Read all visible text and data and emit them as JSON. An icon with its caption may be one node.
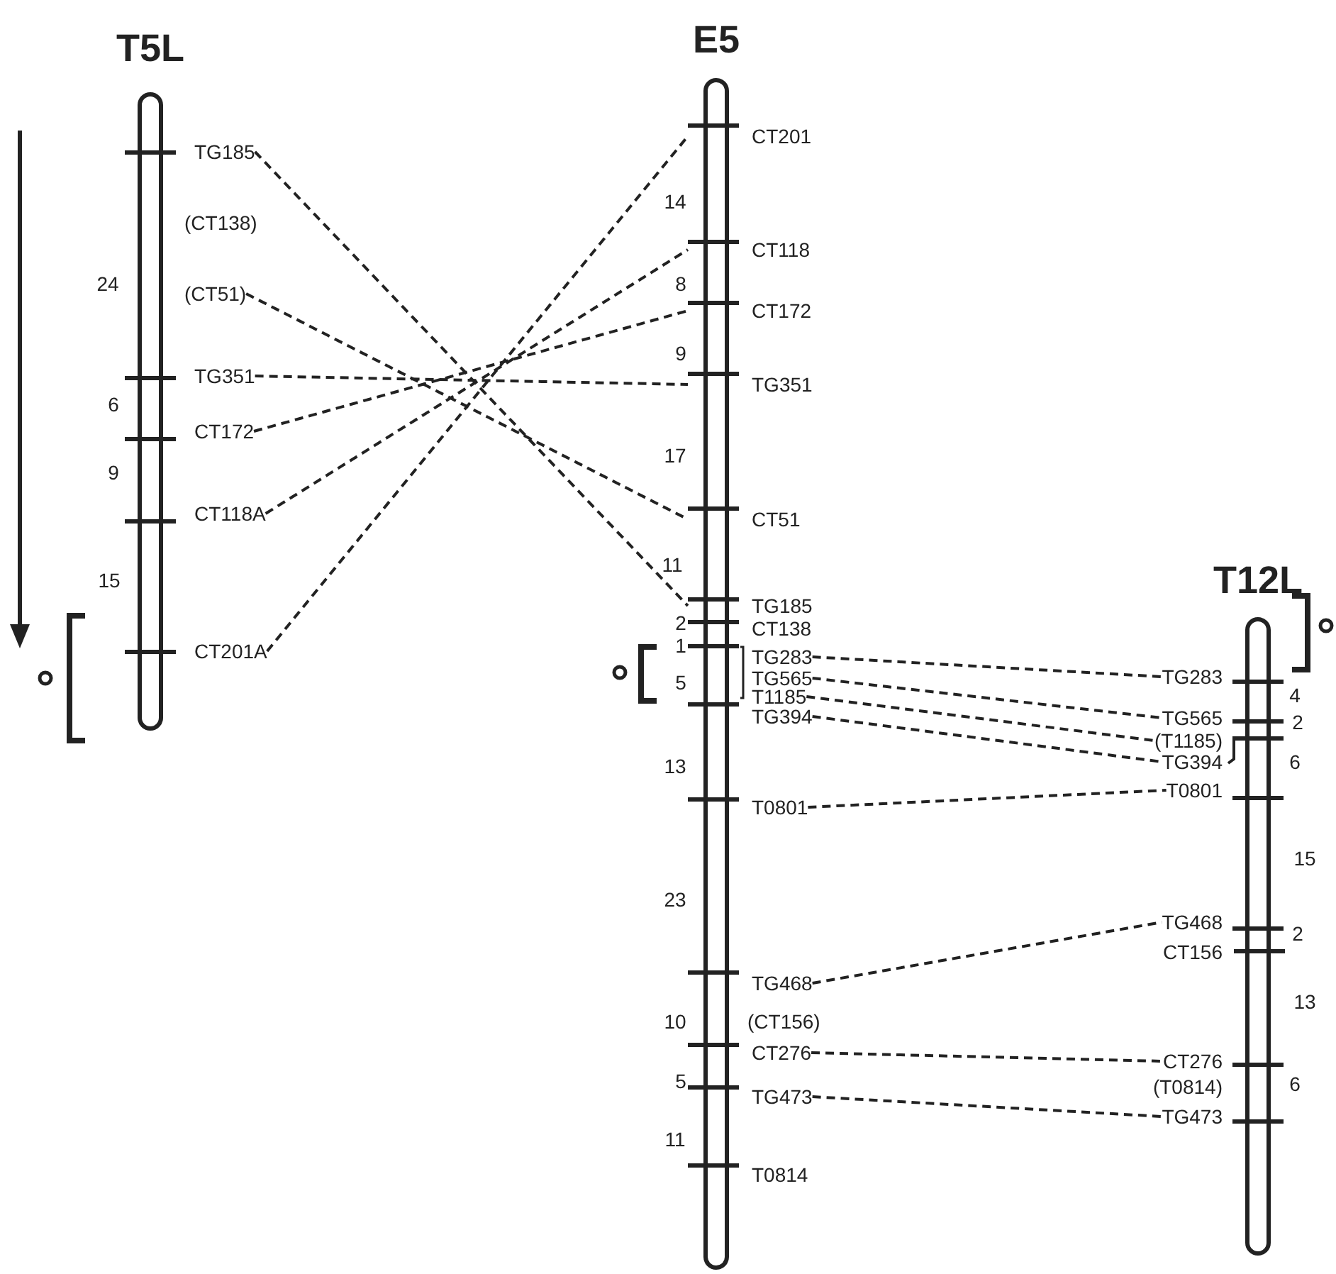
{
  "diagram": {
    "nodes": [
      {
        "text": [
          "T5L"
        ]
      },
      {
        "text": [
          "TG185"
        ]
      },
      {
        "text": [
          "(CT51)"
        ]
      },
      {
        "text": [
          "TG351"
        ]
      },
      {
        "text": [
          "CT172"
        ]
      },
      {
        "text": [
          "CT118A"
        ]
      },
      {
        "text": [
          "CT201A"
        ]
      },
      {
        "text": [
          "E5"
        ]
      },
      {
        "text": [
          "CT201"
        ]
      },
      {
        "text": [
          "CT118"
        ]
      },
      {
        "text": [
          "CT172"
        ]
      },
      {
        "text": [
          "TG351"
        ]
      },
      {
        "text": [
          "CT51"
        ]
      },
      {
        "text": [
          "TG185"
        ]
      },
      {
        "text": [
          "TG283"
        ]
      },
      {
        "text": [
          "TG565"
        ]
      },
      {
        "text": [
          "T1185"
        ]
      },
      {
        "text": [
          "TG394"
        ]
      },
      {
        "text": [
          "T0801"
        ]
      },
      {
        "text": [
          "TG468"
        ]
      },
      {
        "text": [
          "CT276"
        ]
      },
      {
        "text": [
          "TG473"
        ]
      },
      {
        "text": [
          "T12L"
        ]
      },
      {
        "text": [
          "TG283"
        ]
      },
      {
        "text": [
          "TG565"
        ]
      },
      {
        "text": [
          "(T1185)"
        ]
      },
      {
        "text": [
          "TG394"
        ]
      },
      {
        "text": [
          "T0801"
        ]
      },
      {
        "text": [
          "TG468"
        ]
      },
      {
        "text": [
          "CT276"
        ]
      },
      {
        "text": [
          "TG473"
        ]
      }
    ],
    "edges": [
      {
        "from": 1,
        "to": 13,
        "arrow": "none",
        "style": "dashed"
      },
      {
        "from": 2,
        "to": 12,
        "arrow": "none",
        "style": "dashed"
      },
      {
        "from": 3,
        "to": 11,
        "arrow": "none",
        "style": "dashed"
      },
      {
        "from": 4,
        "to": 10,
        "arrow": "none",
        "style": "dashed"
      },
      {
        "from": 5,
        "to": 9,
        "arrow": "none",
        "style": "dashed"
      },
      {
        "from": 6,
        "to": 8,
        "arrow": "none",
        "style": "dashed"
      },
      {
        "from": 14,
        "to": 23,
        "arrow": "none",
        "style": "dashed"
      },
      {
        "from": 15,
        "to": 24,
        "arrow": "none",
        "style": "dashed"
      },
      {
        "from": 16,
        "to": 25,
        "arrow": "none",
        "style": "dashed"
      },
      {
        "from": 17,
        "to": 26,
        "arrow": "none",
        "style": "dashed"
      },
      {
        "from": 18,
        "to": 27,
        "arrow": "none",
        "style": "dashed"
      },
      {
        "from": 19,
        "to": 28,
        "arrow": "none",
        "style": "dashed"
      },
      {
        "from": 20,
        "to": 29,
        "arrow": "none",
        "style": "dashed"
      },
      {
        "from": 21,
        "to": 30,
        "arrow": "none",
        "style": "dashed"
      }
    ],
    "labels": [
      "(CT138)",
      "24",
      "6",
      "9",
      "15",
      "14",
      "8",
      "9",
      "17",
      "11",
      "2",
      "CT138",
      "1",
      "5",
      "13",
      "23",
      "10",
      "(CT156)",
      "5",
      "11",
      "T0814",
      "4",
      "2",
      "6",
      "15",
      "2",
      "CT156",
      "13",
      "(T0814)",
      "6"
    ]
  }
}
